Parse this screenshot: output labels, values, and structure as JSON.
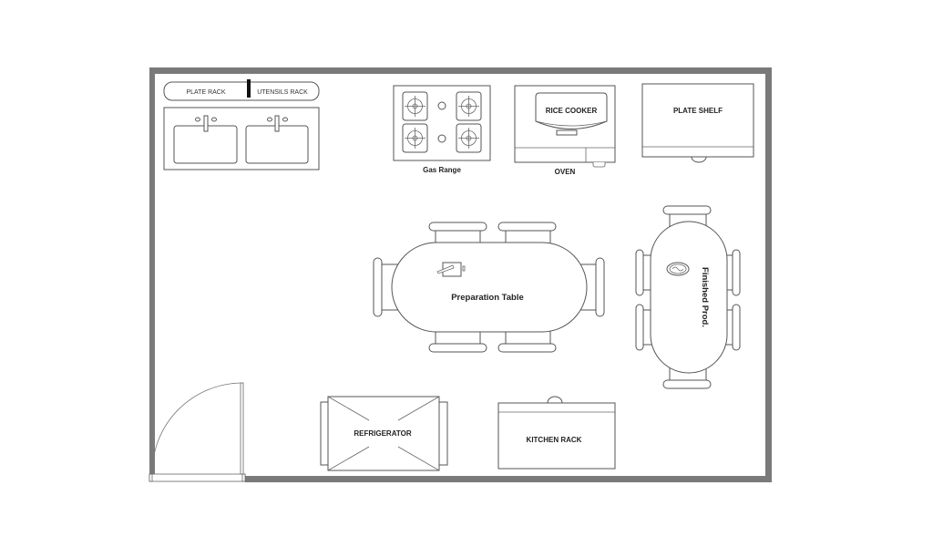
{
  "diagram": {
    "type": "kitchen floor plan",
    "colors": {
      "wall": "#7a7a7a",
      "line": "#555555",
      "text": "#222222",
      "background": "#ffffff"
    },
    "labels": {
      "plate_rack": "PLATE RACK",
      "utensils_rack": "UTENSILS RACK",
      "gas_range": "Gas Range",
      "rice_cooker": "RICE COOKER",
      "oven": "OVEN",
      "plate_shelf": "PLATE SHELF",
      "preparation_table": "Preparation Table",
      "finished_prod": "Finished Prod.",
      "refrigerator": "REFRIGERATOR",
      "kitchen_rack": "KITCHEN RACK"
    }
  }
}
